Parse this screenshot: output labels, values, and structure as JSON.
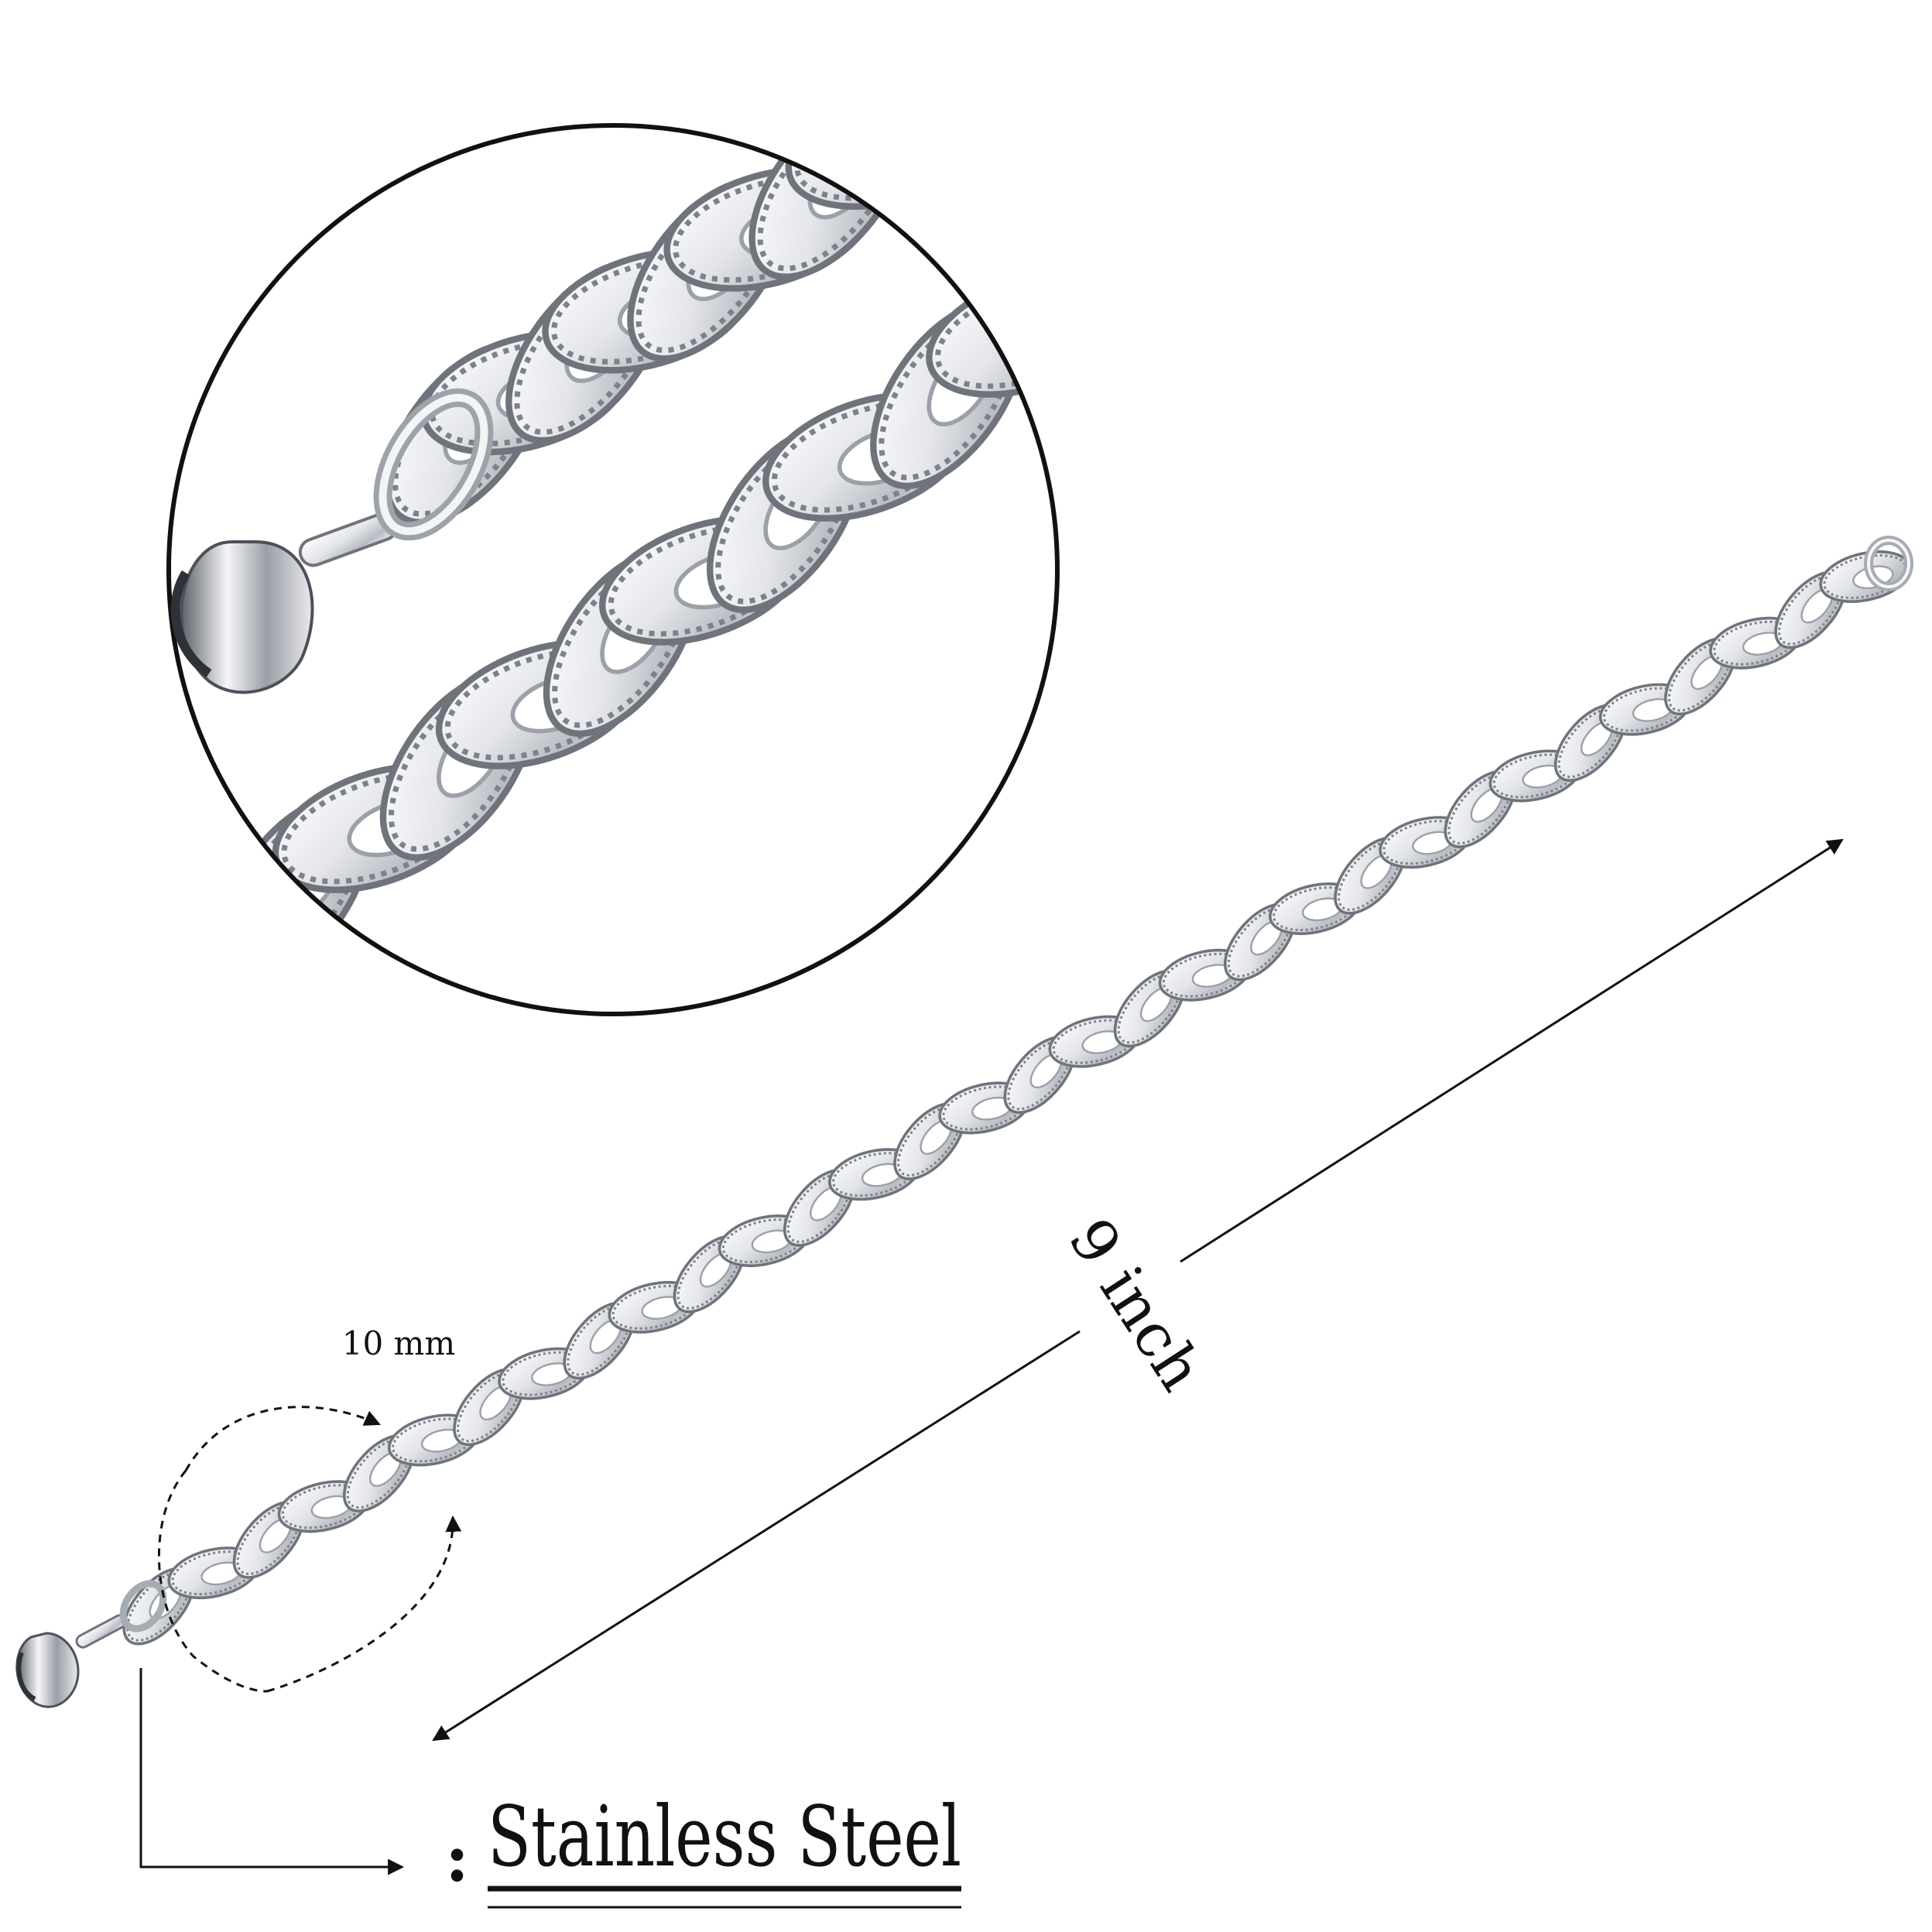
{
  "labels": {
    "length": "9 inch",
    "width": "10 mm",
    "material_prefix": ":",
    "material": "Stainless Steel"
  },
  "colors": {
    "background": "#ffffff",
    "ink": "#111111",
    "steel_light": "#f4f5f7",
    "steel_mid": "#c9ccd2",
    "steel_dark": "#6f737b"
  }
}
